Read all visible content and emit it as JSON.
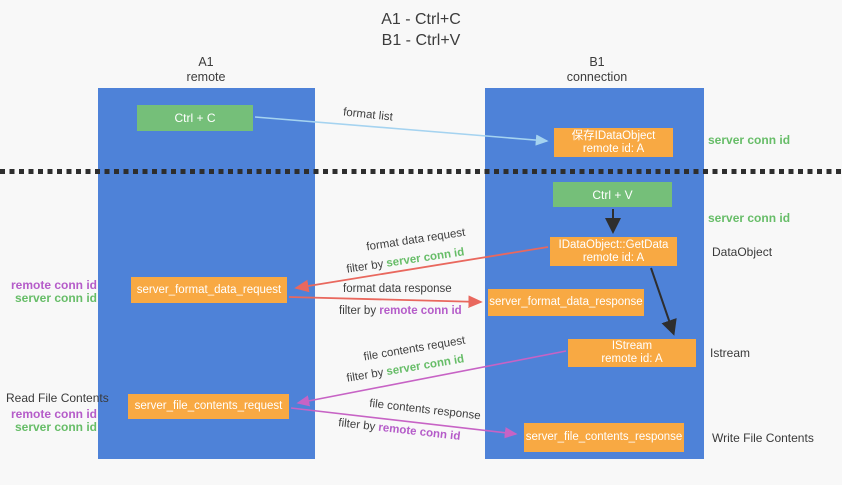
{
  "title": {
    "line1": "A1 - Ctrl+C",
    "line2": "B1 - Ctrl+V"
  },
  "columns": {
    "left": {
      "name": "A1",
      "role": "remote"
    },
    "right": {
      "name": "B1",
      "role": "connection"
    }
  },
  "nodes": {
    "ctrl_c": "Ctrl + C",
    "ctrl_v": "Ctrl + V",
    "save_idataobject": {
      "line1": "保存IDataObject",
      "line2": "remote id: A"
    },
    "getdata": {
      "line1": "IDataObject::GetData",
      "line2": "remote id: A"
    },
    "istream": {
      "line1": "IStream",
      "line2": "remote id: A"
    },
    "format_request": "server_format_data_request",
    "format_response": "server_format_data_response",
    "file_request": "server_file_contents_request",
    "file_response": "server_file_contents_response"
  },
  "arrow_labels": {
    "format_list": "format list",
    "format_data_request": "format data request",
    "filter_server_1": {
      "prefix": "filter by ",
      "keyword": "server conn id"
    },
    "format_data_response": "format data response",
    "filter_remote_1": {
      "prefix": "filter by ",
      "keyword": "remote conn id"
    },
    "file_contents_request": "file contents request",
    "filter_server_2": {
      "prefix": "filter by ",
      "keyword": "server conn id"
    },
    "file_contents_response": "file contents response",
    "filter_remote_2": {
      "prefix": "filter by ",
      "keyword": "remote conn id"
    }
  },
  "side_labels": {
    "server_conn_top": "server conn id",
    "server_conn_mid": "server conn id",
    "dataobject": "DataObject",
    "istream": "Istream",
    "write_file": "Write File Contents",
    "read_file": "Read File Contents",
    "left_remote_1": "remote conn id",
    "left_server_1": "server conn id",
    "left_remote_2": "remote conn id",
    "left_server_2": "server conn id"
  },
  "colors": {
    "background": "#F8F8F8",
    "lifeline_blue": "#4E82D8",
    "node_green": "#75BF79",
    "node_orange": "#F8A943",
    "keyword_green": "#67BD68",
    "keyword_purple": "#B55CC9",
    "arrow_red": "#E9685E",
    "arrow_magenta": "#C763C5",
    "arrow_lightblue": "#A5D3F0",
    "arrow_black": "#2E2E2E"
  }
}
